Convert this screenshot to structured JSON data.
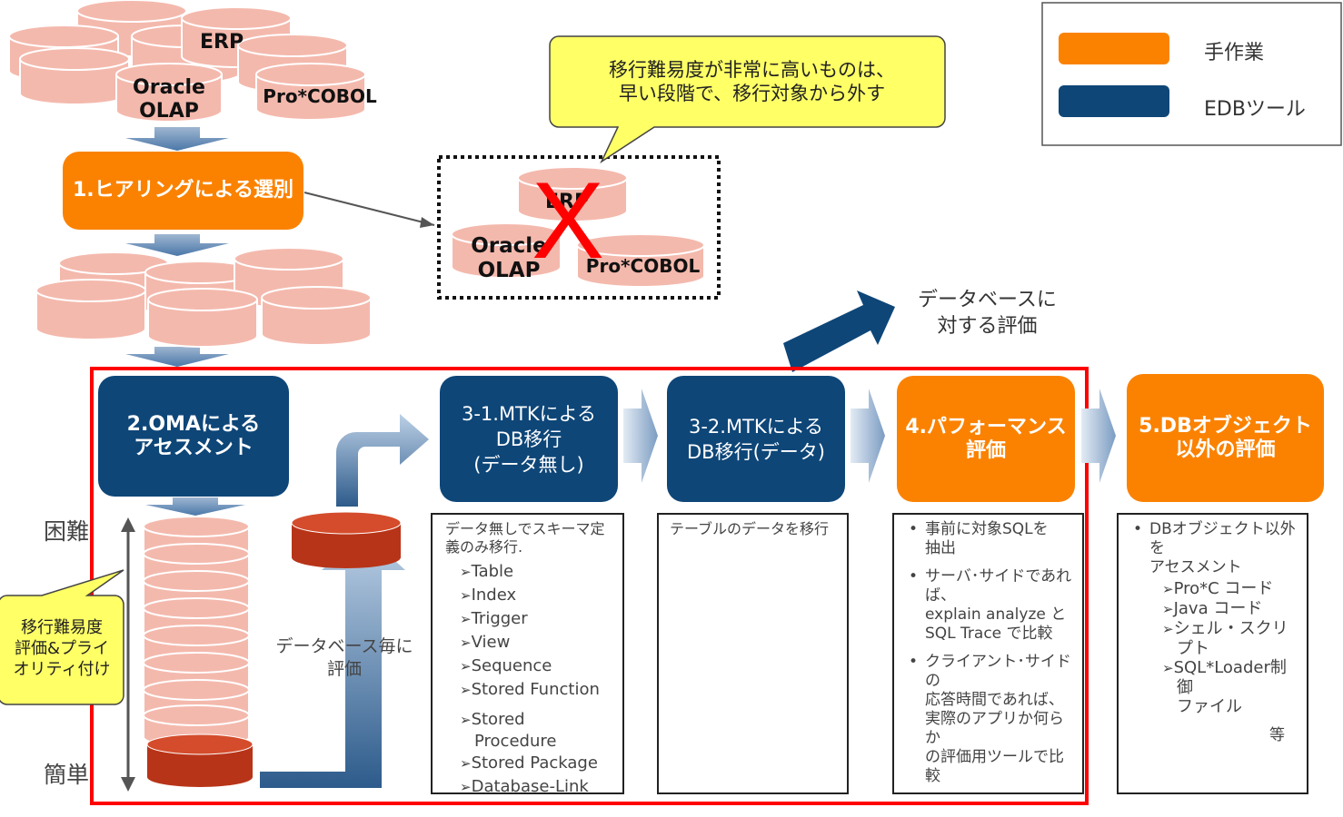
{
  "legend": {
    "items": [
      {
        "label": "手作業",
        "color": "#fb8200"
      },
      {
        "label": "EDBツール",
        "color": "#0e4678"
      }
    ]
  },
  "db_labels_top": [
    "ERP",
    "Oracle\nOLAP",
    "Pro*COBOL"
  ],
  "db_labels_excluded": [
    "ERP",
    "Oracle\nOLAP",
    "Pro*COBOL"
  ],
  "excluded_mark": "X",
  "callout_top": "移行難易度が非常に高いものは、\n早い段階で、移行対象から外す",
  "callout_left": "移行難易度\n評価&プライ\nオリティ付け",
  "db_evaluation_label": "データベースに\n対する評価",
  "per_db_evaluation_label": "データベース毎に\n評価",
  "difficulty": {
    "hard": "困難",
    "easy": "簡単"
  },
  "steps": [
    {
      "label": "1.ヒアリングによる選別",
      "type": "manual"
    },
    {
      "label": "2.OMAによる\nアセスメント",
      "type": "tool"
    },
    {
      "label": "3-1.MTKによる\nDB移行\n(データ無し)",
      "type": "tool"
    },
    {
      "label": "3-2.MTKによる\nDB移行(データ)",
      "type": "tool"
    },
    {
      "label": "4.パフォーマンス\n評価",
      "type": "manual"
    },
    {
      "label": "5.DBオブジェクト\n以外の評価",
      "type": "manual"
    }
  ],
  "details": {
    "step31": {
      "intro": "データ無しでスキーマ定\n義のみ移行.",
      "items": [
        "Table",
        "Index",
        "Trigger",
        "View",
        "Sequence",
        "Stored Function",
        "Stored\nProcedure",
        "Stored Package",
        "Database-Link"
      ]
    },
    "step32": {
      "intro": "テーブルのデータを移行"
    },
    "step4": {
      "items": [
        "事前に対象SQLを\n抽出",
        "サーバ･サイドであれば、\nexplain analyze と\nSQL Trace で比較",
        "クライアント･サイドの\n応答時間であれば、\n実際のアプリか何らか\nの評価用ツールで比\n較"
      ]
    },
    "step5": {
      "intro": "DBオブジェクト以外を\nアセスメント",
      "items": [
        "Pro*C コード",
        "Java コード",
        "シェル・スクリプト",
        "SQL*Loader制御\nファイル"
      ],
      "etc": "等"
    }
  },
  "colors": {
    "manual": "#fb8200",
    "tool": "#0e4678",
    "db_light": "#f4b9ad",
    "db_dark": "#b83418",
    "highlight": "#ff0000",
    "callout": "#ffff66"
  }
}
